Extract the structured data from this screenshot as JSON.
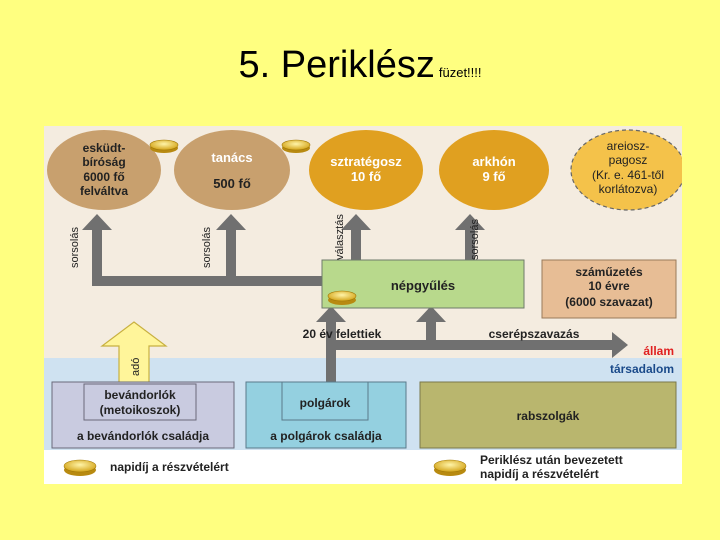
{
  "title": {
    "main": "5. Periklész",
    "sub": "füzet!!!!"
  },
  "organs": [
    {
      "lines": [
        "esküdt-",
        "bíróság",
        "6000 fő",
        "felváltva"
      ]
    },
    {
      "lines": [
        "tanács",
        "500 fő"
      ]
    },
    {
      "lines": [
        "sztratégosz",
        "10 fő"
      ]
    },
    {
      "lines": [
        "arkhón",
        "9 fő"
      ]
    },
    {
      "lines": [
        "areiosz-",
        "pagosz",
        "(Kr. e. 461-től",
        "korlátozva)"
      ]
    }
  ],
  "arrow_labels": {
    "sorsolas_1": "sorsolás",
    "sorsolas_2": "sorsolás",
    "valasztas": "választás",
    "sorsolas_3": "sorsolás",
    "ado": "adó"
  },
  "nepgyules": "népgyűlés",
  "ostracism": [
    "száműzetés",
    "10 évre",
    "(6000 szavazat)"
  ],
  "flow_labels": {
    "citizens_over_20": "20 év felettiek",
    "ostracon_vote": "cserépszavazás"
  },
  "band_labels": {
    "state": "állam",
    "society": "társadalom"
  },
  "groups": {
    "metics": [
      "bevándorlók",
      "(metoikoszok)"
    ],
    "metics_family": "a bevándorlók családja",
    "citizens": "polgárok",
    "citizens_family": "a polgárok családja",
    "slaves": "rabszolgák"
  },
  "legend": {
    "pay": "napidíj a részvételért",
    "pay_after_pericles": [
      "Periklész után bevezetett",
      "napidíj a részvételért"
    ]
  },
  "colors": {
    "orange": "#c8a06e",
    "dark_orange": "#e0a020",
    "light_orange": "#f4c24a",
    "green": "#b8d98c",
    "salmon": "#e7bd95",
    "blue_band": "#cfe2f1",
    "gray_blue": "#c9cbe0",
    "cyan": "#94d0e0",
    "olive": "#b9b66e",
    "arrow": "#707070",
    "state_red": "#e02020",
    "society_blue": "#1a4a8a"
  }
}
